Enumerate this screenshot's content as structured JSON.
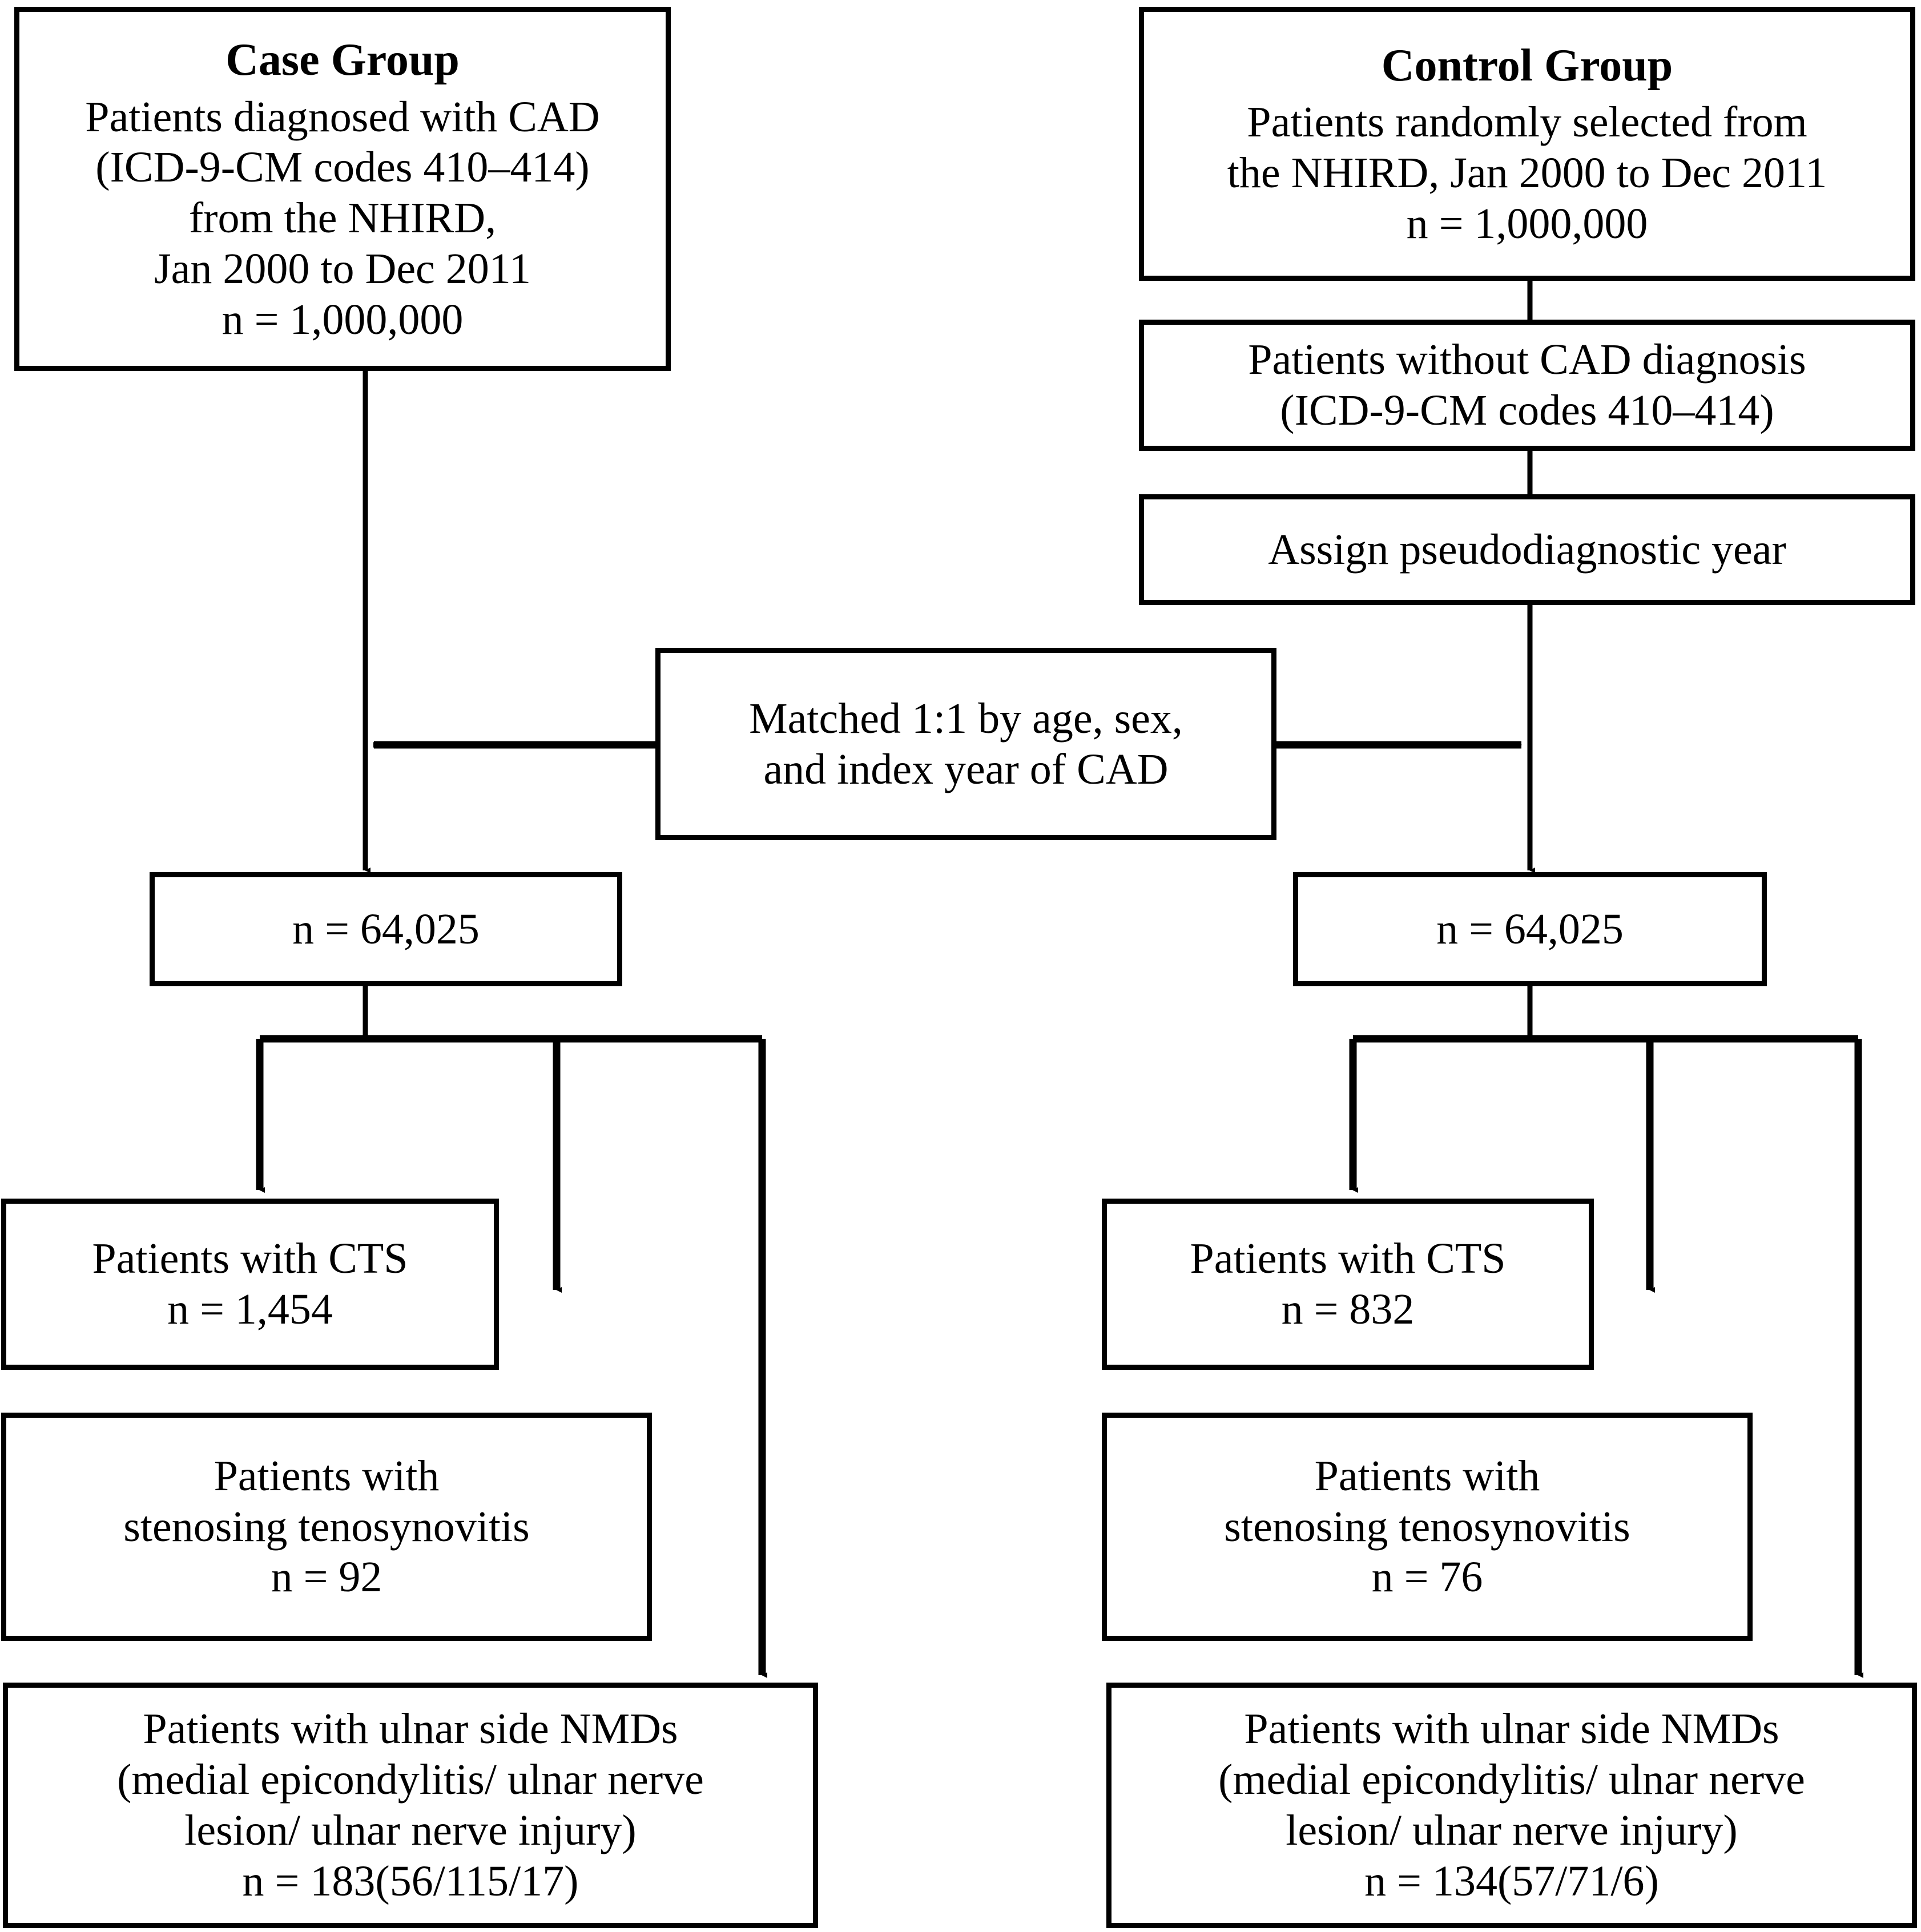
{
  "figure": {
    "kind": "study-flow-diagram",
    "background": "#ffffff",
    "stroke": "#000000"
  },
  "nodes": {
    "case_group": {
      "title": "Case Group",
      "lines": [
        "Patients diagnosed with CAD",
        "(ICD-9-CM codes 410–414)",
        "from the NHIRD,",
        "Jan 2000 to Dec 2011",
        "n = 1,000,000"
      ]
    },
    "control_group": {
      "title": "Control Group",
      "lines": [
        "Patients randomly selected from",
        "the NHIRD, Jan 2000 to Dec 2011",
        "n = 1,000,000"
      ]
    },
    "without_cad": {
      "title": "",
      "lines": [
        "Patients without CAD diagnosis",
        "(ICD-9-CM codes 410–414)"
      ]
    },
    "assign_year": {
      "title": "",
      "lines": [
        "Assign pseudodiagnostic year"
      ]
    },
    "matched": {
      "title": "",
      "lines": [
        "Matched 1:1 by age, sex,",
        "and index year of CAD"
      ]
    },
    "case_matched_n": {
      "title": "",
      "lines": [
        "n = 64,025"
      ]
    },
    "control_matched_n": {
      "title": "",
      "lines": [
        "n = 64,025"
      ]
    },
    "case_cts": {
      "title": "",
      "lines": [
        "Patients with CTS",
        "n = 1,454"
      ]
    },
    "control_cts": {
      "title": "",
      "lines": [
        "Patients with CTS",
        "n = 832"
      ]
    },
    "case_tenosynovitis": {
      "title": "",
      "lines": [
        "Patients with",
        "stenosing tenosynovitis",
        "n = 92"
      ]
    },
    "control_tenosynovitis": {
      "title": "",
      "lines": [
        "Patients with",
        "stenosing tenosynovitis",
        "n = 76"
      ]
    },
    "case_nmds": {
      "title": "",
      "lines": [
        "Patients with ulnar side NMDs",
        "(medial epicondylitis/ ulnar nerve",
        "lesion/ ulnar nerve injury)",
        "n = 183(56/115/17)"
      ]
    },
    "control_nmds": {
      "title": "",
      "lines": [
        "Patients with ulnar side NMDs",
        "(medial epicondylitis/ ulnar nerve",
        "lesion/ ulnar nerve injury)",
        "n = 134(57/71/6)"
      ]
    }
  }
}
